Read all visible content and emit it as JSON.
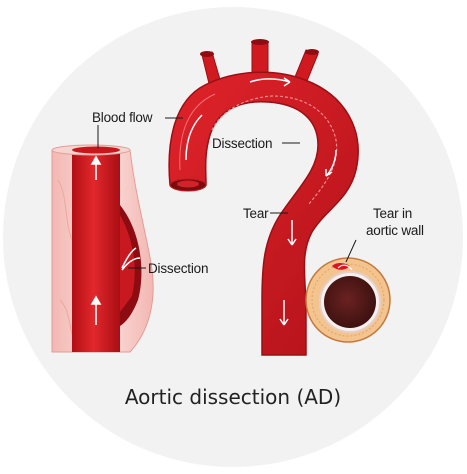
{
  "title": "Aortic dissection (AD)",
  "labels": {
    "blood_flow": "Blood flow",
    "dissection_vessel": "Dissection",
    "dissection_arch": "Dissection",
    "tear": "Tear",
    "tear_in_wall_line1": "Tear in",
    "tear_in_wall_line2": "aortic wall"
  },
  "colors": {
    "background_disc": "#f2f2f2",
    "artery_red": "#d7161d",
    "artery_dark": "#9b0f14",
    "vessel_wall_pink": "#f6c9c6",
    "lumen_dark": "#4a1716",
    "wall_tan": "#f3c48e"
  }
}
